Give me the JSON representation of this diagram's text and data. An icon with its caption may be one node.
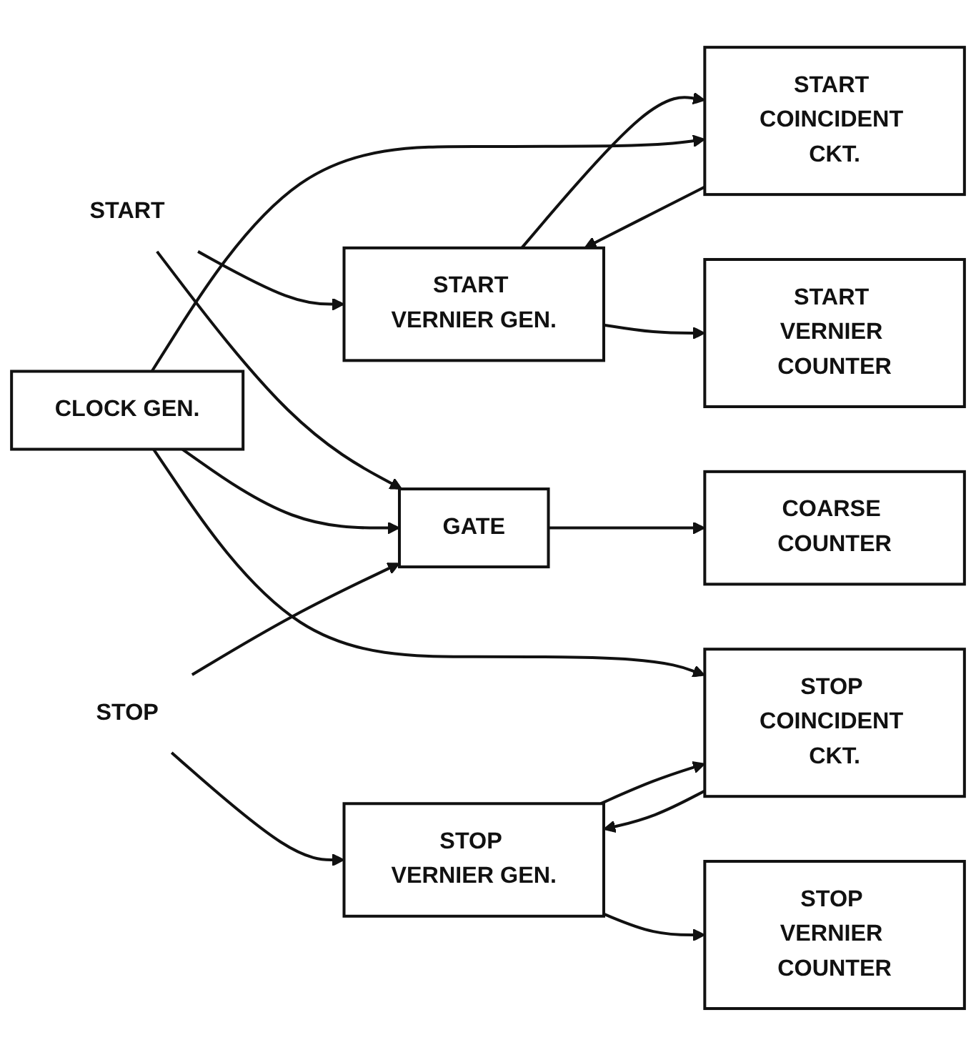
{
  "diagram": {
    "nodes": [
      {
        "text": [
          "START"
        ]
      },
      {
        "text": [
          "START VERNIER GEN."
        ]
      },
      {
        "text": [
          "START COINCIDENT CKT."
        ]
      },
      {
        "text": [
          "START VERNIER COUNTER"
        ]
      },
      {
        "text": [
          "CLOCK GEN."
        ]
      },
      {
        "text": [
          "GATE"
        ]
      },
      {
        "text": [
          "COARSE COUNTER"
        ]
      },
      {
        "text": [
          "STOP VERNIER COUNTER"
        ]
      },
      {
        "text": [
          "STOP"
        ]
      },
      {
        "text": [
          "STOP VERNIER GEN."
        ]
      },
      {
        "text": [
          "STOP COINCIDENT CKT."
        ]
      }
    ],
    "edges": [
      {
        "from": 0,
        "to": 1,
        "arrow": "to"
      },
      {
        "from": 0,
        "to": 5,
        "arrow": "to"
      },
      {
        "from": 1,
        "to": 2,
        "arrow": "to"
      },
      {
        "from": 1,
        "to": 3,
        "arrow": "to"
      },
      {
        "from": 4,
        "to": 5,
        "arrow": "to"
      },
      {
        "from": 4,
        "to": 2,
        "arrow": "to"
      },
      {
        "from": 4,
        "to": 10,
        "arrow": "to"
      },
      {
        "from": 5,
        "to": 6,
        "arrow": "to"
      },
      {
        "from": 8,
        "to": 5,
        "arrow": "to"
      },
      {
        "from": 8,
        "to": 9,
        "arrow": "to"
      },
      {
        "from": 9,
        "to": 10,
        "arrow": "to"
      },
      {
        "from": 9,
        "to": 7,
        "arrow": "to"
      },
      {
        "from": 2,
        "to": 1,
        "arrow": "to"
      },
      {
        "from": 10,
        "to": 9,
        "arrow": "to"
      }
    ]
  }
}
